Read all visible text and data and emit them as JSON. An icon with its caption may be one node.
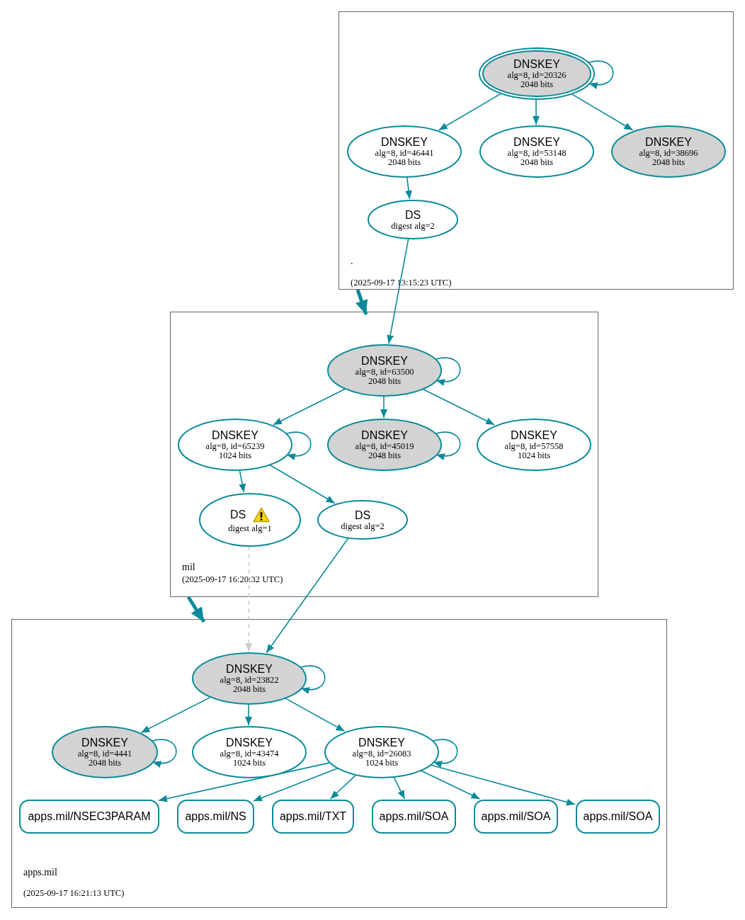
{
  "diagram": {
    "nodes": [
      {
        "text": [
          ".",
          "(2025-09-17 13:15:23 UTC)"
        ]
      },
      {
        "text": [
          "DNSKEY",
          "alg=8, id=20326",
          "2048 bits"
        ],
        "in": 0
      },
      {
        "text": [
          "DNSKEY",
          "alg=8, id=46441",
          "2048 bits"
        ],
        "in": 0
      },
      {
        "text": [
          "DNSKEY",
          "alg=8, id=53148",
          "2048 bits"
        ],
        "in": 0
      },
      {
        "text": [
          "DNSKEY",
          "alg=8, id=38696",
          "2048 bits"
        ],
        "in": 0
      },
      {
        "text": [
          "DS",
          "digest alg=2"
        ],
        "in": 0
      },
      {
        "text": [
          "mil",
          "(2025-09-17 16:20:32 UTC)"
        ]
      },
      {
        "text": [
          "DNSKEY",
          "alg=8, id=63500",
          "2048 bits"
        ],
        "in": 6
      },
      {
        "text": [
          "DNSKEY",
          "alg=8, id=65239",
          "1024 bits"
        ],
        "in": 6
      },
      {
        "text": [
          "DNSKEY",
          "alg=8, id=45019",
          "2048 bits"
        ],
        "in": 6
      },
      {
        "text": [
          "DNSKEY",
          "alg=8, id=57558",
          "1024 bits"
        ],
        "in": 6
      },
      {
        "text": [
          "DS",
          "digest alg=1"
        ],
        "in": 6
      },
      {
        "text": [
          "DS",
          "digest alg=2"
        ],
        "in": 6
      },
      {
        "text": [
          "apps.mil",
          "(2025-09-17 16:21:13 UTC)"
        ]
      },
      {
        "text": [
          "DNSKEY",
          "alg=8, id=23822",
          "2048 bits"
        ],
        "in": 13
      },
      {
        "text": [
          "DNSKEY",
          "alg=8, id=4441",
          "2048 bits"
        ],
        "in": 13
      },
      {
        "text": [
          "DNSKEY",
          "alg=8, id=43474",
          "1024 bits"
        ],
        "in": 13
      },
      {
        "text": [
          "DNSKEY",
          "alg=8, id=26083",
          "1024 bits"
        ],
        "in": 13
      },
      {
        "text": [
          "apps.mil/NSEC3PARAM"
        ],
        "in": 13
      },
      {
        "text": [
          "apps.mil/NS"
        ],
        "in": 13
      },
      {
        "text": [
          "apps.mil/TXT"
        ],
        "in": 13
      },
      {
        "text": [
          "apps.mil/SOA"
        ],
        "in": 13
      },
      {
        "text": [
          "apps.mil/SOA"
        ],
        "in": 13
      },
      {
        "text": [
          "apps.mil/SOA"
        ],
        "in": 13
      }
    ],
    "edges": [
      {
        "from": 1,
        "to": 1,
        "arrow": "to"
      },
      {
        "from": 1,
        "to": 2,
        "arrow": "to"
      },
      {
        "from": 1,
        "to": 3,
        "arrow": "to"
      },
      {
        "from": 1,
        "to": 4,
        "arrow": "to"
      },
      {
        "from": 2,
        "to": 5,
        "arrow": "to"
      },
      {
        "from": 0,
        "to": 6,
        "arrow": "to",
        "style": "thick"
      },
      {
        "from": 5,
        "to": 7,
        "arrow": "to"
      },
      {
        "from": 7,
        "to": 7,
        "arrow": "to"
      },
      {
        "from": 7,
        "to": 8,
        "arrow": "to"
      },
      {
        "from": 7,
        "to": 9,
        "arrow": "to"
      },
      {
        "from": 7,
        "to": 10,
        "arrow": "to"
      },
      {
        "from": 8,
        "to": 8,
        "arrow": "to"
      },
      {
        "from": 9,
        "to": 9,
        "arrow": "to"
      },
      {
        "from": 8,
        "to": 11,
        "arrow": "to"
      },
      {
        "from": 8,
        "to": 12,
        "arrow": "to"
      },
      {
        "from": 6,
        "to": 13,
        "arrow": "to",
        "style": "thick"
      },
      {
        "from": 11,
        "to": 14,
        "arrow": "to",
        "style": "dashed",
        "color": "#cccccc"
      },
      {
        "from": 12,
        "to": 14,
        "arrow": "to"
      },
      {
        "from": 14,
        "to": 14,
        "arrow": "to"
      },
      {
        "from": 14,
        "to": 15,
        "arrow": "to"
      },
      {
        "from": 14,
        "to": 16,
        "arrow": "to"
      },
      {
        "from": 14,
        "to": 17,
        "arrow": "to"
      },
      {
        "from": 15,
        "to": 15,
        "arrow": "to"
      },
      {
        "from": 17,
        "to": 17,
        "arrow": "to"
      },
      {
        "from": 17,
        "to": 18,
        "arrow": "to"
      },
      {
        "from": 17,
        "to": 19,
        "arrow": "to"
      },
      {
        "from": 17,
        "to": 20,
        "arrow": "to"
      },
      {
        "from": 17,
        "to": 21,
        "arrow": "to"
      },
      {
        "from": 17,
        "to": 22,
        "arrow": "to"
      },
      {
        "from": 17,
        "to": 23,
        "arrow": "to"
      }
    ]
  }
}
